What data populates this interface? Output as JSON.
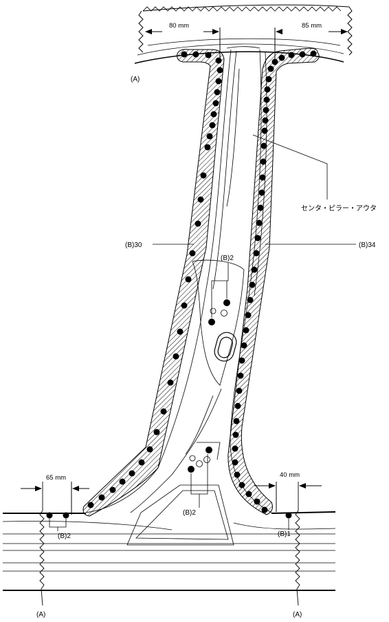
{
  "labels": {
    "dim_top_left": "80 mm",
    "dim_top_right": "85 mm",
    "dim_bottom_left": "65 mm",
    "dim_bottom_right": "40 mm",
    "section_a_top_left": "(A)",
    "section_a_bottom_left": "(A)",
    "section_a_bottom_right": "(A)",
    "part_name": "センタ・ピラー・アウタ",
    "weld_left": "(B)30",
    "weld_right": "(B)34",
    "weld_mid_upper": "(B)2",
    "weld_mid_lower": "(B)2",
    "weld_bottom_left": "(B)2",
    "weld_bottom_right": "(B)1"
  },
  "colors": {
    "line": "#000000",
    "background": "#ffffff"
  }
}
